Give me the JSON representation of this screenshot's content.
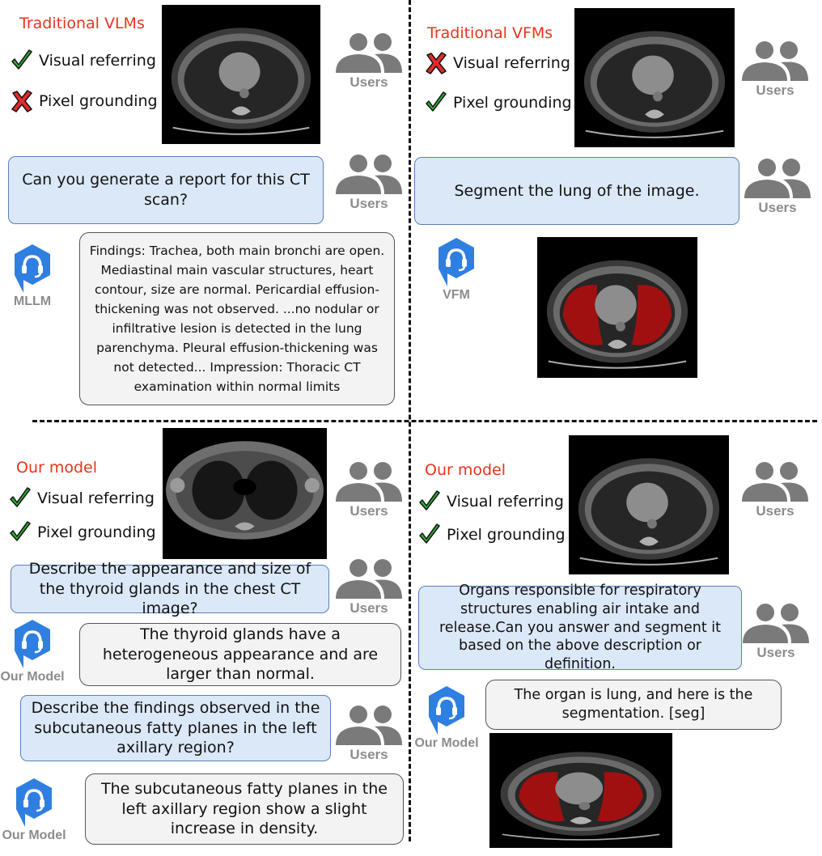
{
  "panels": {
    "top_left": {
      "title": "Traditional VLMs",
      "checks": [
        {
          "label": "Visual referring",
          "status": "yes"
        },
        {
          "label": "Pixel grounding",
          "status": "no"
        }
      ],
      "user_label": "Users",
      "question": "Can you generate a report for this CT scan?",
      "bot_label": "MLLM",
      "answer": "Findings: Trachea, both main bronchi are open. Mediastinal main vascular structures, heart contour, size are normal. Pericardial effusion-thickening was not observed. ...no nodular or infiltrative lesion is detected in the lung parenchyma. Pleural effusion-thickening was not detected... Impression:  Thoracic CT examination within normal limits"
    },
    "top_right": {
      "title": "Traditional VFMs",
      "checks": [
        {
          "label": "Visual referring",
          "status": "no"
        },
        {
          "label": "Pixel grounding",
          "status": "yes"
        }
      ],
      "user_label": "Users",
      "question": "Segment the lung of the image.",
      "bot_label": "VFM"
    },
    "bottom_left": {
      "title": "Our model",
      "checks": [
        {
          "label": "Visual referring",
          "status": "yes"
        },
        {
          "label": "Pixel grounding",
          "status": "yes"
        }
      ],
      "user_label": "Users",
      "question_1": "Describe the appearance and size of the thyroid glands in the chest CT image?",
      "bot_label": "Our Model",
      "answer_1": "The thyroid glands have a heterogeneous appearance and are larger than normal.",
      "question_2": "Describe the findings observed in the subcutaneous fatty planes in the left axillary region?",
      "answer_2": "The subcutaneous fatty planes in the left axillary region show a slight increase in density."
    },
    "bottom_right": {
      "title": "Our model",
      "checks": [
        {
          "label": "Visual referring",
          "status": "yes"
        },
        {
          "label": "Pixel grounding",
          "status": "yes"
        }
      ],
      "user_label": "Users",
      "question": "Organs responsible for respiratory structures enabling air intake and release.Can you answer and segment it based on the above description or definition.",
      "bot_label": "Our Model",
      "answer": "The organ is lung, and here is the segmentation. [seg]"
    }
  },
  "colors": {
    "title_red": "#e8341c",
    "check_green": "#2fb52f",
    "cross_red": "#e32b2b",
    "question_fill": "#dbe8f8",
    "answer_fill": "#f3f3f3",
    "bot_blue": "#2f7fe0",
    "user_gray": "#7a7a7a",
    "segmentation_red": "#a01010"
  },
  "icons": [
    "check-icon",
    "cross-icon",
    "users-icon",
    "headset-bot-icon",
    "ct-scan-image"
  ]
}
